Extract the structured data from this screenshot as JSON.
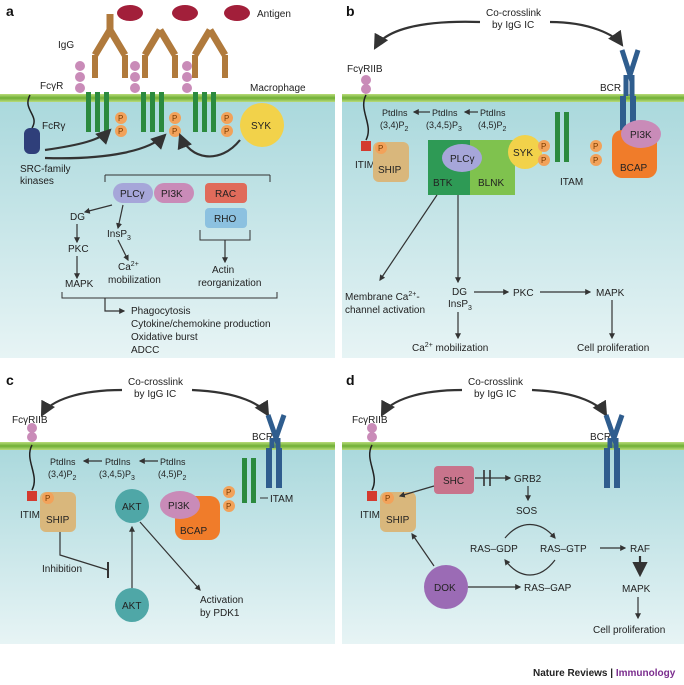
{
  "colors": {
    "panel_bg_top": "#d7ecef",
    "panel_bg_bottom": "#eef7f8",
    "membrane": "#8ac13f",
    "cytoplasm": "#b8dfe2",
    "receptor_brown": "#b07a3c",
    "receptor_blue": "#2f5d8e",
    "receptor_green": "#2b8a3e",
    "p_orange": "#f2a25a",
    "syk_yellow": "#f2d24a",
    "pi3k_purple": "#c98bb8",
    "plc_lilac": "#a6a6d9",
    "ship_tan": "#d9b77c",
    "akt_teal": "#4fa7a7",
    "bcap_orange": "#f07c2a",
    "rac_red": "#e06b5b",
    "rho_blue": "#8cc1e0",
    "btk_green": "#2e9a55",
    "blnk_green": "#7fc24e",
    "shc_pink": "#c8748c",
    "dok_purple": "#9b6bb5",
    "footer_purple": "#7b2d8e"
  },
  "panels": {
    "a": {
      "letter": "a",
      "antigen": "Antigen",
      "igg": "IgG",
      "fcgr": "FcγR",
      "fcry": "FcRγ",
      "macrophage": "Macrophage",
      "syk": "SYK",
      "src": "SRC-family",
      "kinases": "kinases",
      "plcg": "PLCγ",
      "pi3k": "PI3K",
      "rac": "RAC",
      "rho": "RHO",
      "dg": "DG",
      "insp3": "InsP",
      "insp3_sub": "3",
      "pkc": "PKC",
      "ca": "Ca",
      "ca_sup": "2+",
      "mobilization": "mobilization",
      "mapk": "MAPK",
      "actin": "Actin",
      "reorganization": "reorganization",
      "outcome1": "Phagocytosis",
      "outcome2": "Cytokine/chemokine production",
      "outcome3": "Oxidative burst",
      "outcome4": "ADCC",
      "p": "P"
    },
    "b": {
      "letter": "b",
      "cocross1": "Co-crosslink",
      "cocross2": "by IgG IC",
      "fcgriib": "FcγRIIB",
      "bcr": "BCR",
      "ptd1": "PtdIns",
      "ptd1b": "(3,4)P",
      "ptd1s": "2",
      "ptd2": "PtdIns",
      "ptd2b": "(3,4,5)P",
      "ptd2s": "3",
      "ptd3": "PtdIns",
      "ptd3b": "(4,5)P",
      "ptd3s": "2",
      "itim": "ITIM",
      "ship": "SHIP",
      "plcg": "PLCγ",
      "btk": "BTK",
      "blnk": "BLNK",
      "syk": "SYK",
      "itam": "ITAM",
      "pi3k": "PI3K",
      "bcap": "BCAP",
      "membrane_ca1": "Membrane Ca",
      "membrane_ca_sup": "2+",
      "membrane_ca2": "-",
      "channel": "channel activation",
      "dg": "DG",
      "insp3": "InsP",
      "insp3_sub": "3",
      "pkc": "PKC",
      "mapk": "MAPK",
      "ca_mob": "Ca",
      "ca_mob_sup": "2+",
      "ca_mob2": " mobilization",
      "cell_prolif": "Cell proliferation",
      "p": "P"
    },
    "c": {
      "letter": "c",
      "cocross1": "Co-crosslink",
      "cocross2": "by IgG IC",
      "fcgriib": "FcγRIIB",
      "bcr": "BCR",
      "ptd1": "PtdIns",
      "ptd1b": "(3,4)P",
      "ptd1s": "2",
      "ptd2": "PtdIns",
      "ptd2b": "(3,4,5)P",
      "ptd2s": "3",
      "ptd3": "PtdIns",
      "ptd3b": "(4,5)P",
      "ptd3s": "2",
      "itim": "ITIM",
      "ship": "SHIP",
      "akt": "AKT",
      "pi3k": "PI3K",
      "bcap": "BCAP",
      "itam": "ITAM",
      "inhibition": "Inhibition",
      "activation1": "Activation",
      "activation2": "by PDK1",
      "p": "P"
    },
    "d": {
      "letter": "d",
      "cocross1": "Co-crosslink",
      "cocross2": "by IgG IC",
      "fcgriib": "FcγRIIB",
      "bcr": "BCR",
      "itim": "ITIM",
      "ship": "SHIP",
      "shc": "SHC",
      "grb2": "GRB2",
      "sos": "SOS",
      "rasgdp": "RAS–GDP",
      "rasgtp": "RAS–GTP",
      "raf": "RAF",
      "mapk": "MAPK",
      "dok": "DOK",
      "rasgap": "RAS–GAP",
      "cell_prolif": "Cell proliferation",
      "p": "P"
    }
  },
  "footer": {
    "journal": "Nature Reviews",
    "separator": " | ",
    "section": "Immunology"
  }
}
